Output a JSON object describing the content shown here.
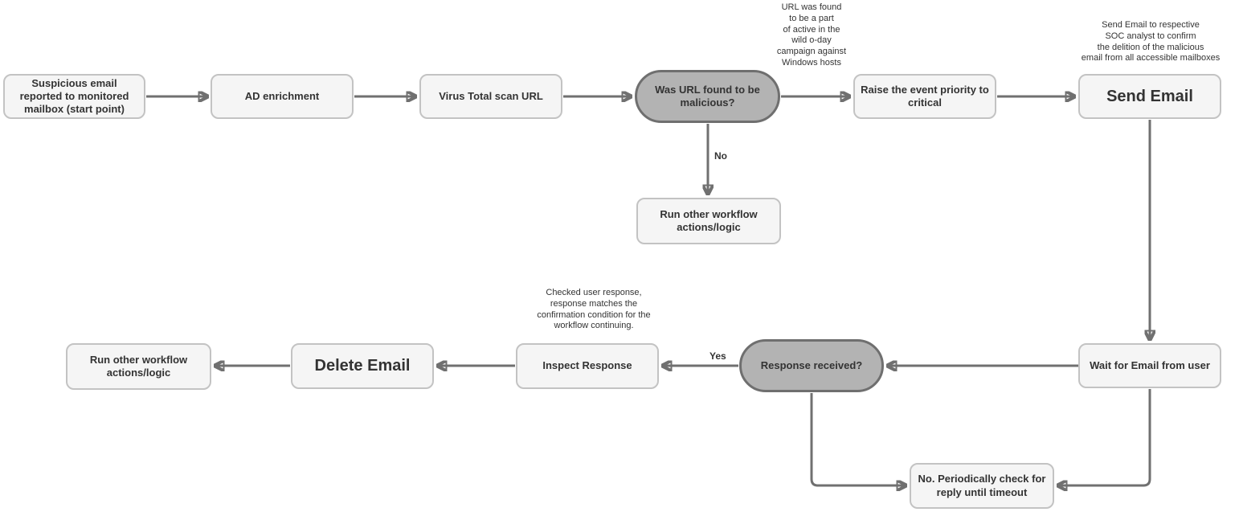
{
  "diagram": {
    "type": "flowchart",
    "nodes": [
      {
        "id": "start",
        "label": "Suspicious email reported to monitored mailbox (start point)",
        "shape": "process"
      },
      {
        "id": "ad-enrichment",
        "label": "AD enrichment",
        "shape": "process"
      },
      {
        "id": "virus-total-scan",
        "label": "Virus Total scan URL",
        "shape": "process"
      },
      {
        "id": "url-malicious",
        "label": "Was URL found to be malicious?",
        "shape": "decision"
      },
      {
        "id": "raise-priority",
        "label": "Raise the event priority to critical",
        "shape": "process"
      },
      {
        "id": "send-email",
        "label": "Send Email",
        "shape": "process-large"
      },
      {
        "id": "run-other-top",
        "label": "Run other workflow actions/logic",
        "shape": "process"
      },
      {
        "id": "run-other-bottom",
        "label": "Run other workflow actions/logic",
        "shape": "process"
      },
      {
        "id": "delete-email",
        "label": "Delete Email",
        "shape": "process-large"
      },
      {
        "id": "inspect-response",
        "label": "Inspect Response",
        "shape": "process"
      },
      {
        "id": "response-received",
        "label": "Response received?",
        "shape": "decision"
      },
      {
        "id": "wait-for-email",
        "label": "Wait for Email from user",
        "shape": "process"
      },
      {
        "id": "periodic-check",
        "label": "No. Periodically check for reply until timeout",
        "shape": "process"
      }
    ],
    "annotations": [
      {
        "id": "zero-day-note",
        "text": "URL was found\nto be a part\nof active in the\nwild o-day\ncampaign against\nWindows hosts"
      },
      {
        "id": "send-email-note",
        "text": "Send Email to respective\nSOC analyst to confirm\nthe delition of the malicious\nemail from all accessible mailboxes"
      },
      {
        "id": "inspect-note",
        "text": "Checked user response,\nresponse matches the\nconfirmation condition for the\nworkflow continuing."
      }
    ],
    "edge_labels": [
      {
        "id": "no-label",
        "text": "No"
      },
      {
        "id": "yes-label",
        "text": "Yes"
      }
    ],
    "colors": {
      "background": "#ffffff",
      "process_fill": "#f5f5f5",
      "process_border": "#c3c3c3",
      "decision_fill": "#b3b3b3",
      "decision_border": "#6f6f6f",
      "connector": "#707070",
      "text": "#333333"
    }
  }
}
